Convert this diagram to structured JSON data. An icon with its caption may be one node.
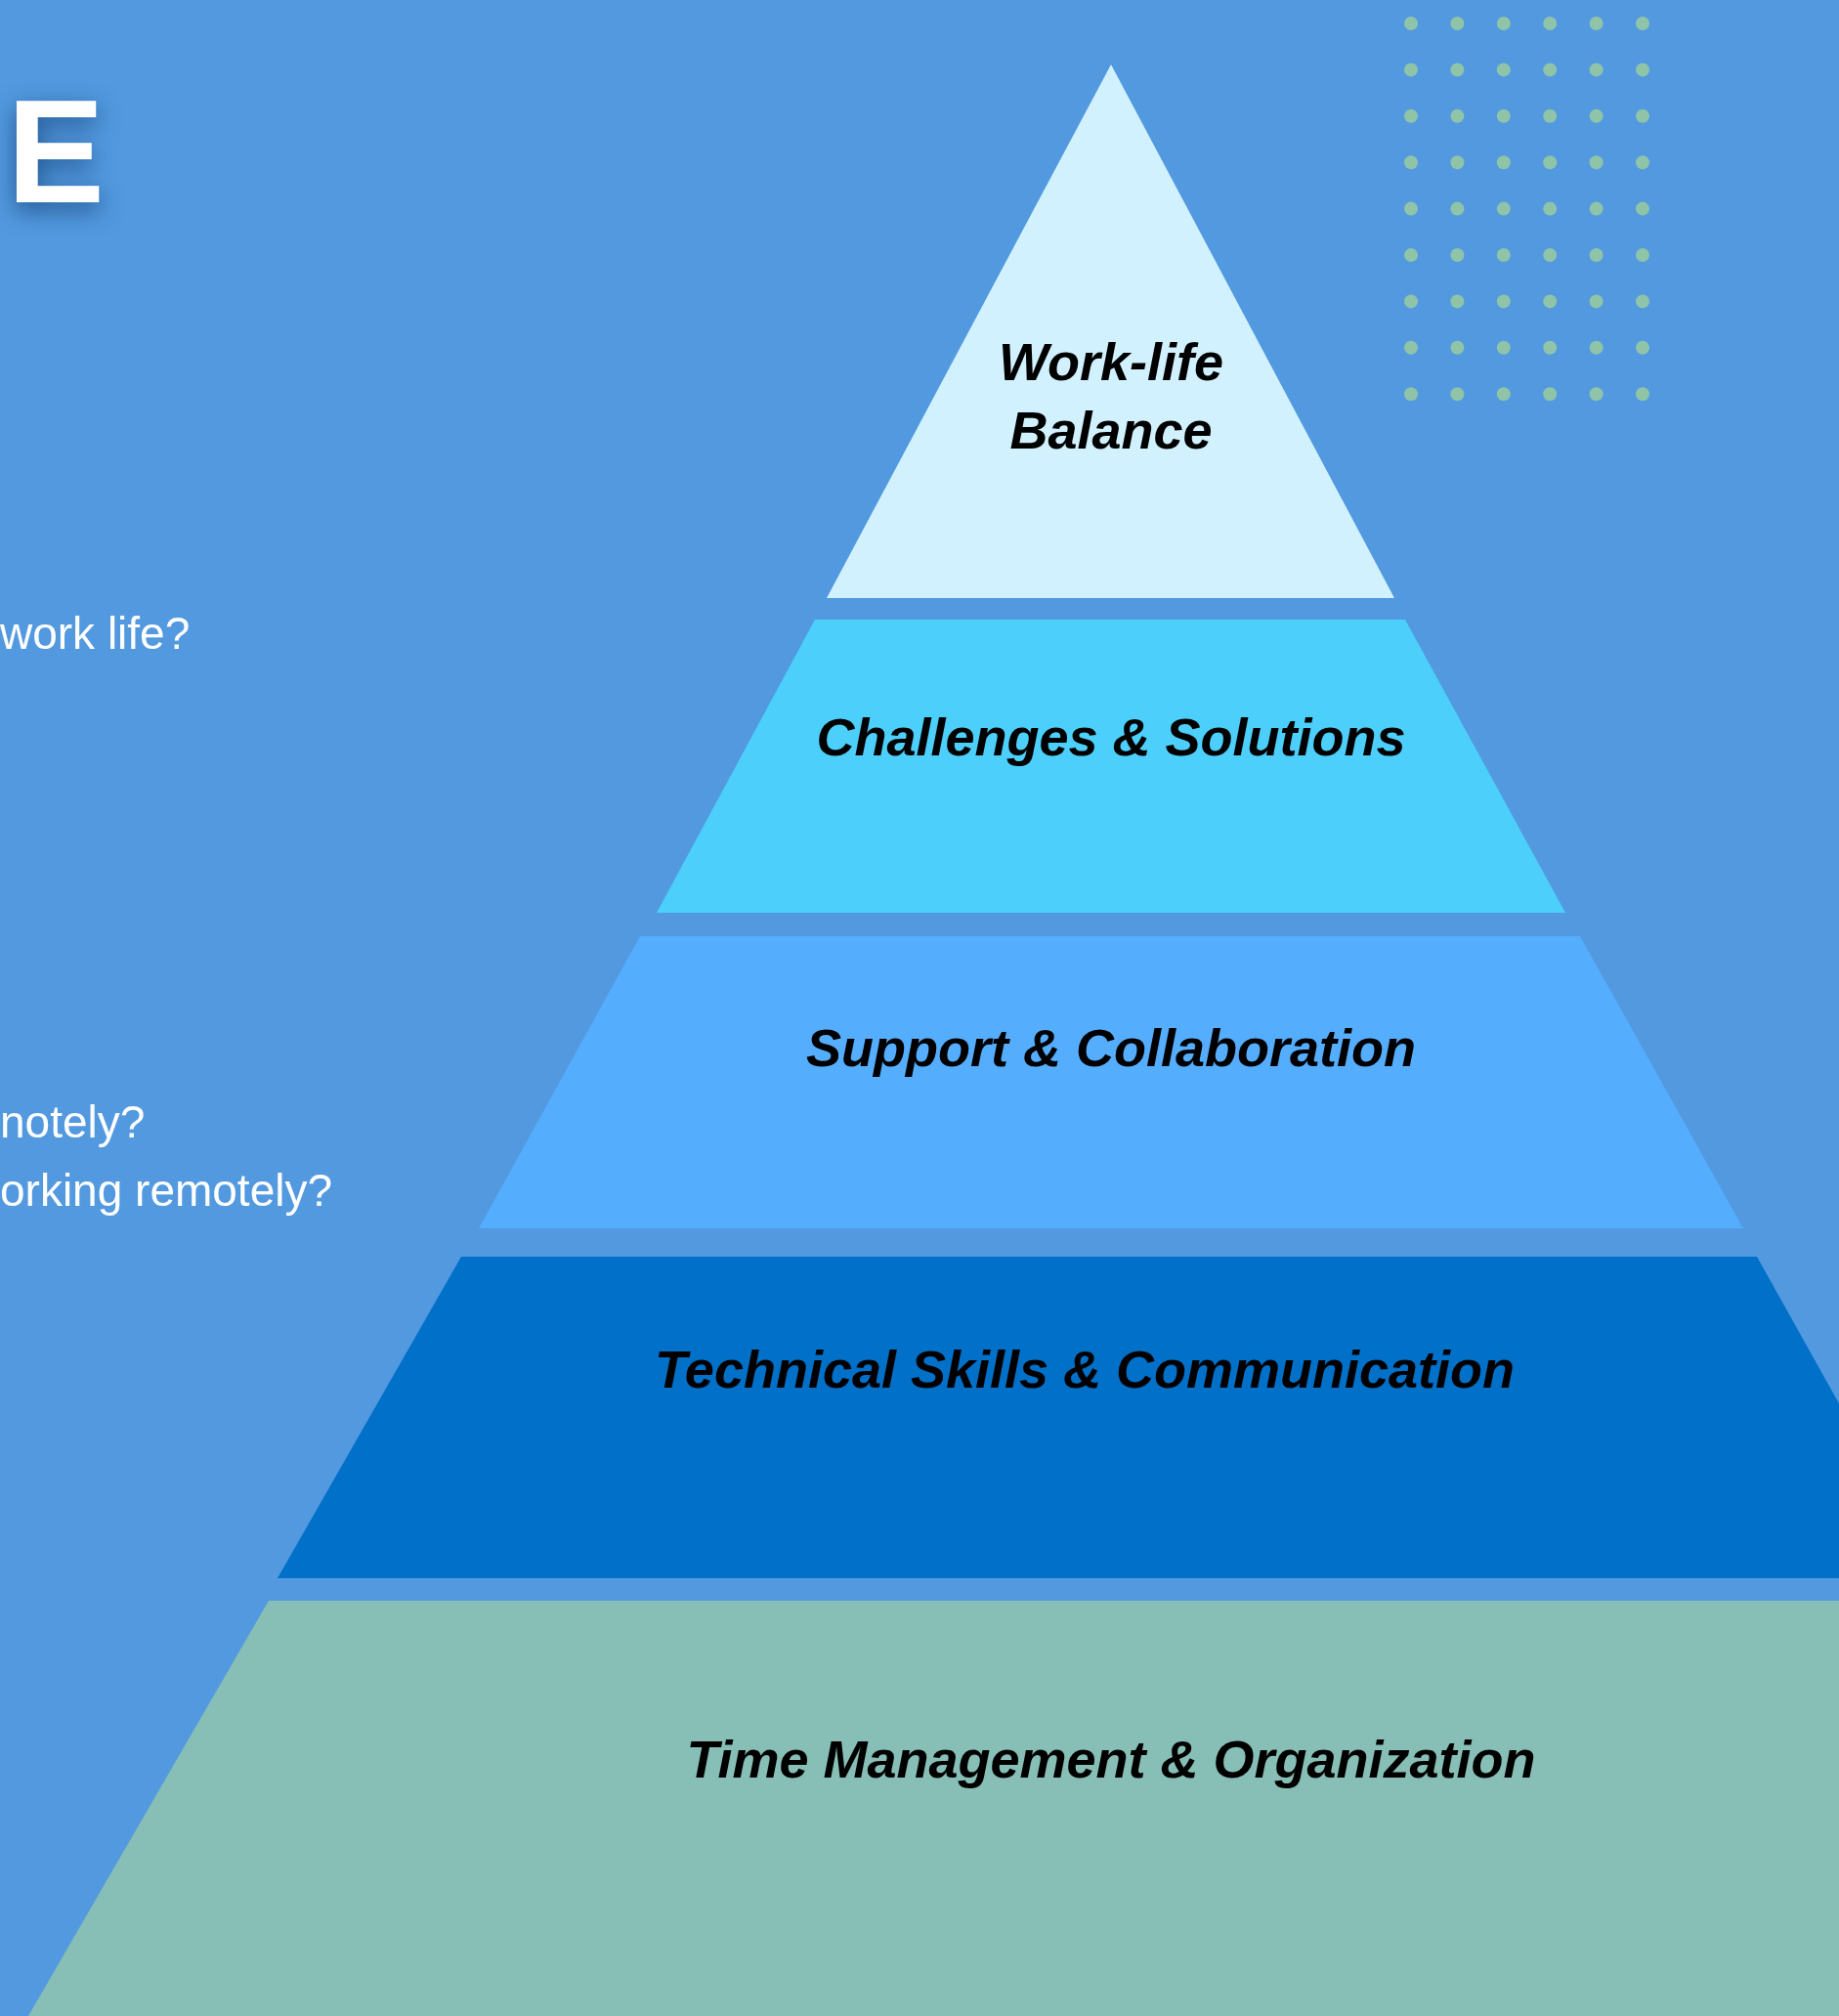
{
  "diagram": {
    "nodes": [
      {
        "text": [
          "Work-life Balance"
        ]
      },
      {
        "text": [
          "Challenges & Solutions"
        ]
      },
      {
        "text": [
          "Support & Collaboration"
        ]
      },
      {
        "text": [
          "Technical Skills & Communication"
        ]
      },
      {
        "text": [
          "Time Management & Organization"
        ]
      }
    ],
    "labels": [
      "E",
      "work life?",
      "notely?",
      "orking remotely?"
    ]
  }
}
